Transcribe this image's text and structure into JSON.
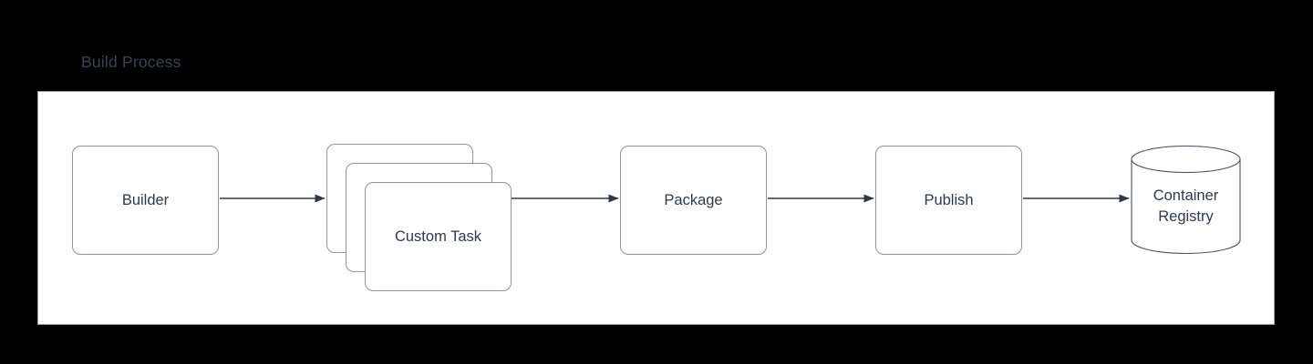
{
  "diagram": {
    "title": "Build Process",
    "background_color": "#000000",
    "panel_color": "#ffffff",
    "node_border_color": "#8d949e",
    "text_color": "#2f3a48",
    "title_color": "#3b4452",
    "connector_color": "#2f3a48",
    "nodes": [
      {
        "id": "builder",
        "label": "Builder",
        "shape": "rounded-rect"
      },
      {
        "id": "custom-task",
        "label": "Custom Task",
        "shape": "stacked-rounded-rect",
        "stack_count": 3
      },
      {
        "id": "package",
        "label": "Package",
        "shape": "rounded-rect"
      },
      {
        "id": "publish",
        "label": "Publish",
        "shape": "rounded-rect"
      },
      {
        "id": "container-registry",
        "label_line1": "Container",
        "label_line2": "Registry",
        "shape": "cylinder"
      }
    ],
    "connectors": [
      {
        "from": "builder",
        "to": "custom-task",
        "arrow": "single"
      },
      {
        "from": "custom-task",
        "to": "package",
        "arrow": "single"
      },
      {
        "from": "package",
        "to": "publish",
        "arrow": "single"
      },
      {
        "from": "publish",
        "to": "container-registry",
        "arrow": "single"
      }
    ]
  }
}
